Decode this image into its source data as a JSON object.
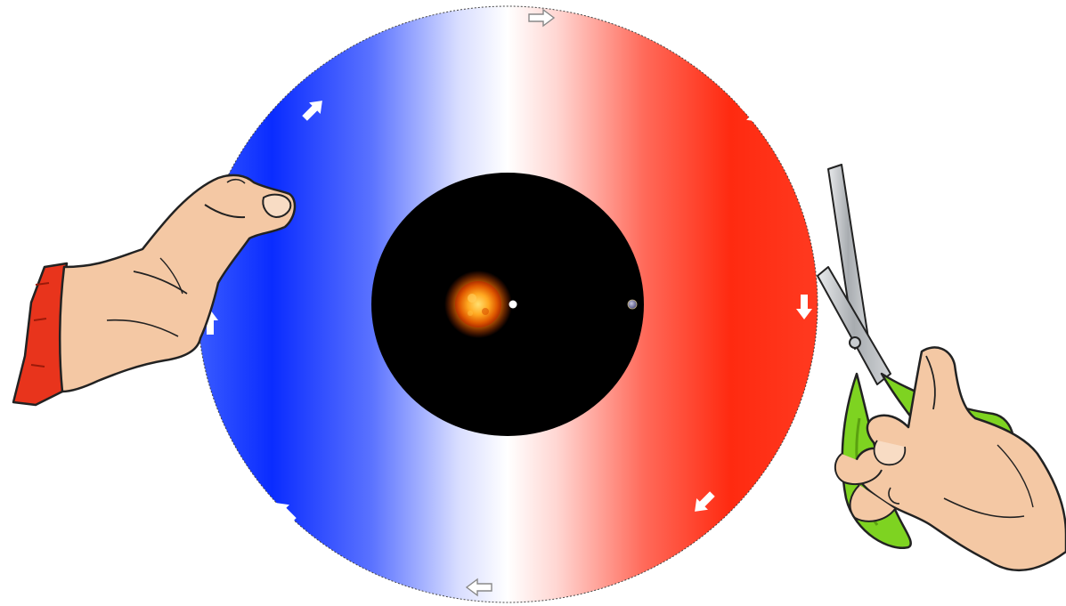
{
  "figure": {
    "description_visible_text": "",
    "colors": {
      "disc_left": "#0a2cff",
      "disc_center": "#ffffff",
      "disc_right": "#ff2a10",
      "inner_disc": "#000000",
      "sun_core": "#ffb020",
      "sun_edge": "#e05a00",
      "skin": "#f4c8a4",
      "sleeve": "#e8341c",
      "scissor_handle": "#7ed321",
      "scissor_blade": "#b8bcc0",
      "outline": "#222222"
    },
    "icons": {
      "left_hand": "hand-holding-disc-icon",
      "right_hand": "hand-holding-scissors-icon",
      "scissors": "scissors-icon",
      "sun": "sun-icon",
      "star_dot": "star-dot-icon",
      "planet": "planet-icon",
      "arrow": "arrow-icon"
    },
    "arrows": [
      {
        "name": "arrow-top",
        "style": "outline",
        "direction": "right"
      },
      {
        "name": "arrow-top-right",
        "style": "filled",
        "direction": "down-right"
      },
      {
        "name": "arrow-right",
        "style": "filled",
        "direction": "down"
      },
      {
        "name": "arrow-bottom-right",
        "style": "filled",
        "direction": "down-left"
      },
      {
        "name": "arrow-bottom",
        "style": "outline",
        "direction": "left"
      },
      {
        "name": "arrow-bottom-left",
        "style": "filled",
        "direction": "up-left"
      },
      {
        "name": "arrow-left",
        "style": "filled",
        "direction": "up"
      },
      {
        "name": "arrow-top-left",
        "style": "filled",
        "direction": "up-right"
      }
    ]
  }
}
